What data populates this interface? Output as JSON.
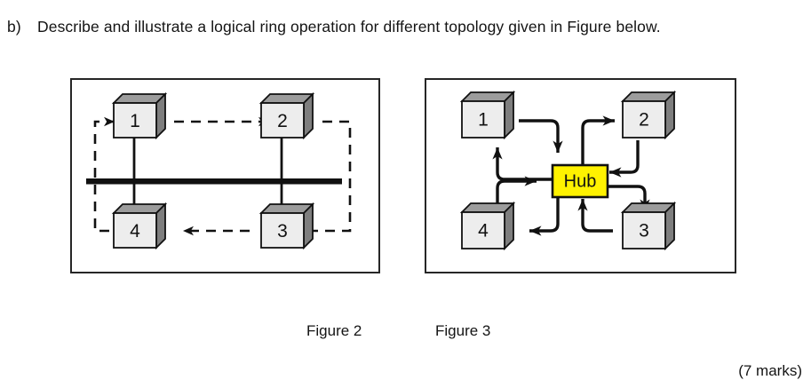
{
  "question": {
    "label": "b)",
    "text": "Describe and illustrate a logical ring operation for different topology given in Figure below."
  },
  "figures": [
    {
      "id": "figure2",
      "caption": "Figure 2",
      "topology": "bus",
      "nodes": [
        {
          "id": "node-1",
          "label": "1"
        },
        {
          "id": "node-2",
          "label": "2"
        },
        {
          "id": "node-3",
          "label": "3"
        },
        {
          "id": "node-4",
          "label": "4"
        }
      ],
      "bus_label": "",
      "logical_ring_order": [
        "1",
        "2",
        "3",
        "4"
      ]
    },
    {
      "id": "figure3",
      "caption": "Figure 3",
      "topology": "star",
      "hub": {
        "id": "hub",
        "label": "Hub",
        "color": "#FFF200"
      },
      "nodes": [
        {
          "id": "node-1",
          "label": "1"
        },
        {
          "id": "node-2",
          "label": "2"
        },
        {
          "id": "node-3",
          "label": "3"
        },
        {
          "id": "node-4",
          "label": "4"
        }
      ],
      "logical_ring_order": [
        "1",
        "2",
        "3",
        "4"
      ]
    }
  ],
  "marks": "(7 marks)",
  "colors": {
    "node_front": "#EDEDED",
    "node_top": "#9C9C9C",
    "node_side": "#7E7E7E",
    "hub_fill": "#FFF200",
    "stroke": "#111111",
    "frame": "#262626"
  }
}
